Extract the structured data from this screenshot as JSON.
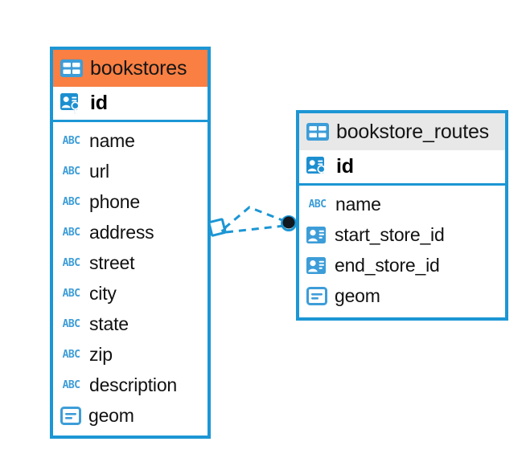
{
  "diagram": {
    "type": "entity-relationship-diagram",
    "background": "#ffffff",
    "colors": {
      "border_blue": "#1c96d4",
      "header_orange": "#f97f42",
      "header_gray": "#e8e8e8",
      "icon_blue": "#3d9dd8",
      "connector_blue": "#1c96d4",
      "connector_endpoint_dark": "#11181f",
      "text_dark": "#111111"
    }
  },
  "entities": [
    {
      "id": "bookstores",
      "title": "bookstores",
      "header_icon": "table-icon",
      "header_color": "#f97f42",
      "header_style": "accent-orange",
      "primary_key": {
        "name": "id",
        "icon": "primary-key-icon"
      },
      "fields": [
        {
          "name": "name",
          "icon": "abc-icon",
          "type_label": "ABC"
        },
        {
          "name": "url",
          "icon": "abc-icon",
          "type_label": "ABC"
        },
        {
          "name": "phone",
          "icon": "abc-icon",
          "type_label": "ABC"
        },
        {
          "name": "address",
          "icon": "abc-icon",
          "type_label": "ABC"
        },
        {
          "name": "street",
          "icon": "abc-icon",
          "type_label": "ABC"
        },
        {
          "name": "city",
          "icon": "abc-icon",
          "type_label": "ABC"
        },
        {
          "name": "state",
          "icon": "abc-icon",
          "type_label": "ABC"
        },
        {
          "name": "zip",
          "icon": "abc-icon",
          "type_label": "ABC"
        },
        {
          "name": "description",
          "icon": "abc-icon",
          "type_label": "ABC"
        },
        {
          "name": "geom",
          "icon": "geometry-icon",
          "type_label": ""
        }
      ]
    },
    {
      "id": "bookstore_routes",
      "title": "bookstore_routes",
      "header_icon": "table-icon",
      "header_color": "#e8e8e8",
      "header_style": "accent-gray",
      "primary_key": {
        "name": "id",
        "icon": "primary-key-icon"
      },
      "fields": [
        {
          "name": "name",
          "icon": "abc-icon",
          "type_label": "ABC"
        },
        {
          "name": "start_store_id",
          "icon": "foreign-key-icon",
          "type_label": ""
        },
        {
          "name": "end_store_id",
          "icon": "foreign-key-icon",
          "type_label": ""
        },
        {
          "name": "geom",
          "icon": "geometry-icon",
          "type_label": ""
        }
      ]
    }
  ],
  "relationship": {
    "name": "bookstores-to-bookstore-routes",
    "from_entity": "bookstores",
    "to_entity": "bookstore_routes",
    "line_style": "dashed",
    "source_endpoint": "diamond-marker",
    "target_endpoint": "filled-circle-marker",
    "link_count": 2
  }
}
